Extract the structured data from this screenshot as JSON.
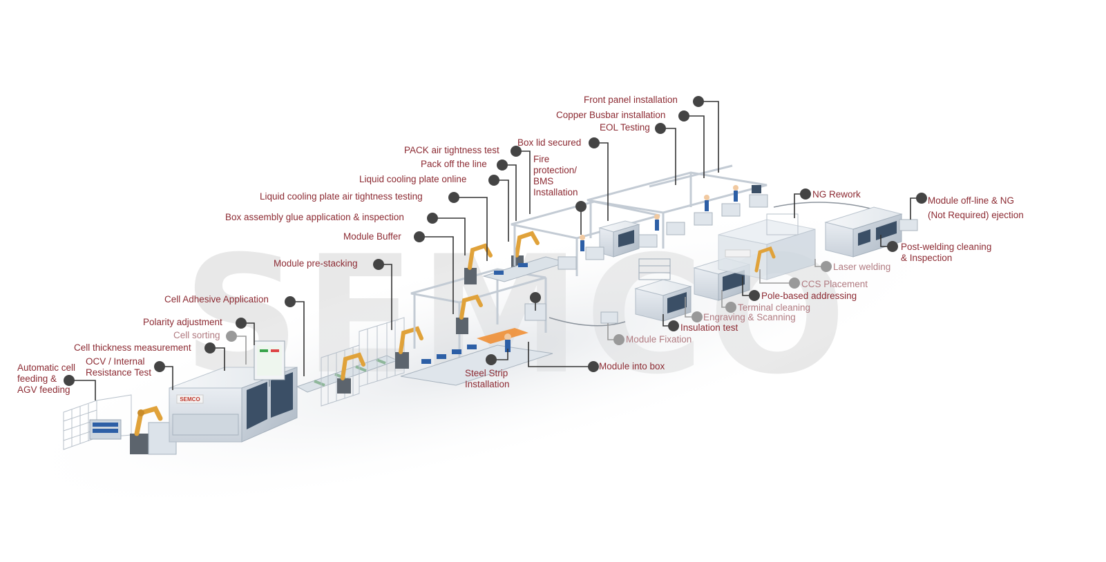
{
  "watermark": "SEMCO",
  "brand": {
    "logo": "SEMCO",
    "label_color": "#8c2a32",
    "marker_color": "#444444",
    "marker_faded_color": "#999999"
  },
  "callouts": [
    {
      "id": "auto-cell-feeding",
      "text": "Automatic cell\nfeeding &\nAGV feeding",
      "faded": false
    },
    {
      "id": "ocv-test",
      "text": "OCV / Internal\nResistance Test",
      "faded": false
    },
    {
      "id": "cell-thickness",
      "text": "Cell thickness measurement",
      "faded": false
    },
    {
      "id": "cell-sorting",
      "text": "Cell sorting",
      "faded": true
    },
    {
      "id": "polarity-adjustment",
      "text": "Polarity adjustment",
      "faded": false
    },
    {
      "id": "cell-adhesive",
      "text": "Cell Adhesive Application",
      "faded": false
    },
    {
      "id": "module-pre-stacking",
      "text": "Module pre-stacking",
      "faded": false
    },
    {
      "id": "module-buffer",
      "text": "Module Buffer",
      "faded": false
    },
    {
      "id": "box-assembly-glue",
      "text": "Box assembly glue application & inspection",
      "faded": false
    },
    {
      "id": "liquid-cooling-test",
      "text": "Liquid cooling plate air tightness testing",
      "faded": false
    },
    {
      "id": "liquid-cooling-online",
      "text": "Liquid cooling plate online",
      "faded": false
    },
    {
      "id": "pack-off-line",
      "text": "Pack off the line",
      "faded": false
    },
    {
      "id": "pack-air-test",
      "text": "PACK air tightness test",
      "faded": false
    },
    {
      "id": "fire-protection",
      "text": "Fire\nprotection/\nBMS\nInstallation",
      "faded": false
    },
    {
      "id": "box-lid",
      "text": "Box lid secured",
      "faded": false
    },
    {
      "id": "eol-testing",
      "text": "EOL Testing",
      "faded": false
    },
    {
      "id": "copper-busbar",
      "text": "Copper Busbar installation",
      "faded": false
    },
    {
      "id": "front-panel",
      "text": "Front panel installation",
      "faded": false
    },
    {
      "id": "ng-rework",
      "text": "NG Rework",
      "faded": false
    },
    {
      "id": "module-offline",
      "text": "Module off-line & NG\n(Not Required) ejection",
      "faded": false
    },
    {
      "id": "post-welding",
      "text": "Post-welding cleaning\n& Inspection",
      "faded": false
    },
    {
      "id": "laser-welding",
      "text": "Laser welding",
      "faded": true
    },
    {
      "id": "ccs-placement",
      "text": "CCS Placement",
      "faded": true
    },
    {
      "id": "pole-addressing",
      "text": "Pole-based addressing",
      "faded": false
    },
    {
      "id": "terminal-cleaning",
      "text": "Terminal cleaning",
      "faded": true
    },
    {
      "id": "engraving",
      "text": "Engraving & Scanning",
      "faded": true
    },
    {
      "id": "insulation-test",
      "text": "Insulation test",
      "faded": false
    },
    {
      "id": "module-fixation",
      "text": "Module Fixation",
      "faded": true
    },
    {
      "id": "module-into-box",
      "text": "Module into box",
      "faded": false
    },
    {
      "id": "steel-strip",
      "text": "Steel Strip\nInstallation",
      "faded": false
    }
  ]
}
